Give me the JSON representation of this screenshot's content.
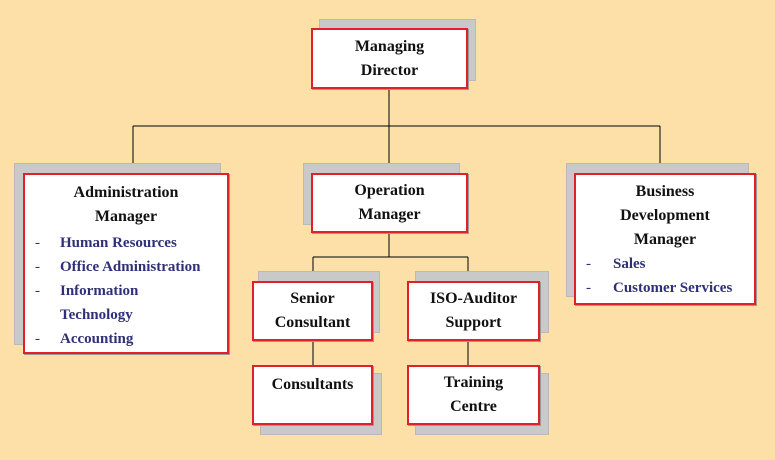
{
  "chart": {
    "managing_director": {
      "title": "Managing\nDirector"
    },
    "administration": {
      "title": "Administration\nManager",
      "items": [
        {
          "dash": "-",
          "label": "Human Resources"
        },
        {
          "dash": "-",
          "label": "Office Administration"
        },
        {
          "dash": "-",
          "label": "Information\nTechnology"
        },
        {
          "dash": "-",
          "label": "Accounting"
        }
      ]
    },
    "operation": {
      "title": "Operation\nManager"
    },
    "business": {
      "title": "Business\nDevelopment\nManager",
      "items": [
        {
          "dash": "-",
          "label": "Sales"
        },
        {
          "dash": "-",
          "label": "Customer Services"
        }
      ]
    },
    "senior_consultant": {
      "title": "Senior\nConsultant"
    },
    "iso_auditor": {
      "title": "ISO-Auditor\nSupport"
    },
    "consultants": {
      "title": "Consultants"
    },
    "training": {
      "title": "Training\nCentre"
    }
  },
  "colors": {
    "background": "#fde0a8",
    "box_border": "#e0202a",
    "box_fill": "#ffffff",
    "shadow": "#c9c9c9",
    "list_text": "#30307a",
    "connector": "#000000"
  }
}
